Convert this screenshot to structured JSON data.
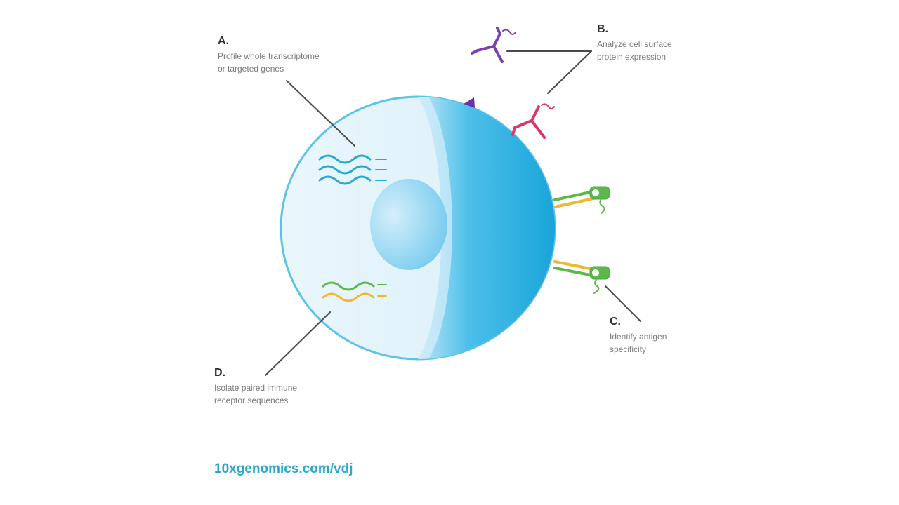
{
  "labels": {
    "a": {
      "letter": "A.",
      "lines": [
        "Profile whole transcriptome",
        "or targeted genes"
      ]
    },
    "b": {
      "letter": "B.",
      "lines": [
        "Analyze cell surface",
        "protein expression"
      ]
    },
    "c": {
      "letter": "C.",
      "lines": [
        "Identify antigen",
        "specificity"
      ]
    },
    "d": {
      "letter": "D.",
      "lines": [
        "Isolate paired immune",
        "receptor sequences"
      ]
    }
  },
  "footer": {
    "url": "10xgenomics.com/vdj"
  },
  "colors": {
    "cell_light": "#e6f4fb",
    "cell_outline": "#5cc3e8",
    "cell_dark": "#1aa7d9",
    "nucleus": "#8fd3f0",
    "transcripts": "#29a9d6",
    "receptor_green": "#5cb84a",
    "receptor_yellow": "#f2b632",
    "antibody_purple": "#7b3fb5",
    "antibody_pink": "#e0336b",
    "leader_line": "#4a4a4a",
    "url": "#29a9cf"
  },
  "icons": [
    "antibody-icon",
    "mrna-icon",
    "tcr-icon",
    "antigen-icon"
  ]
}
